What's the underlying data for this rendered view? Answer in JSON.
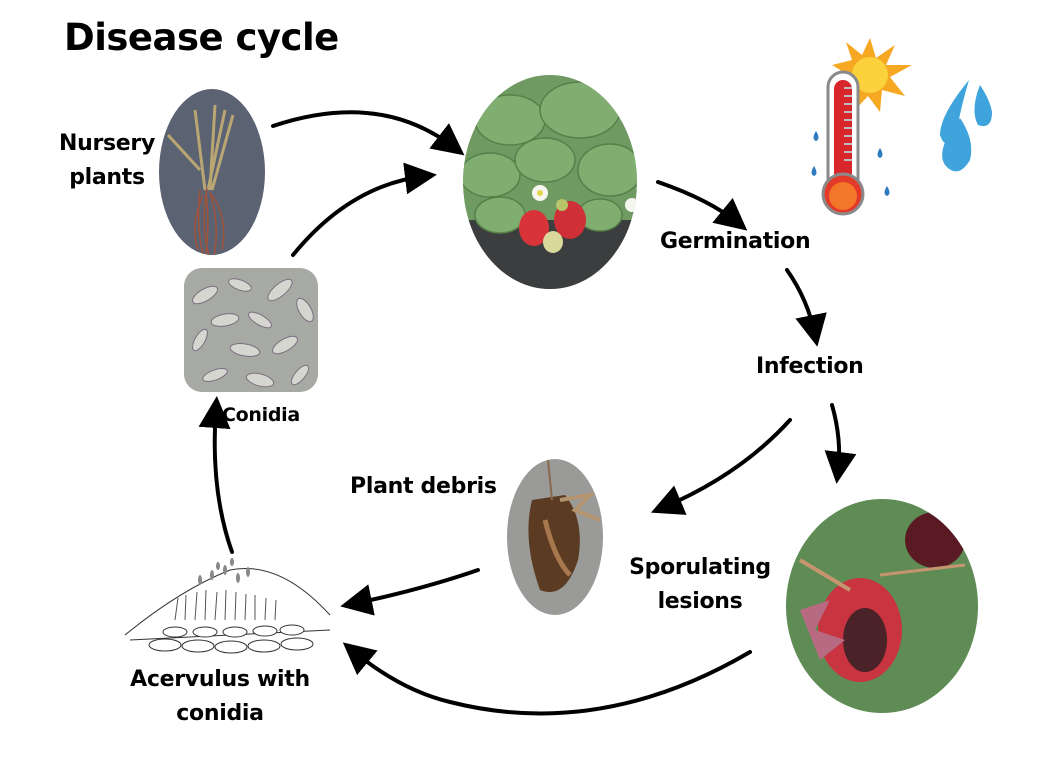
{
  "title": "Disease cycle",
  "labels": {
    "nursery_plants": [
      "Nursery",
      "plants"
    ],
    "conidia": "Conidia",
    "germination": "Germination",
    "infection": "Infection",
    "plant_debris": "Plant debris",
    "sporulating_lesions": [
      "Sporulating",
      "lesions"
    ],
    "acervulus": [
      "Acervulus with",
      "conidia"
    ]
  },
  "images": {
    "nursery_plants": "nursery-plant-root-photo",
    "strawberry_plant": "healthy-strawberry-plant-photo",
    "conidia": "conidia-micrograph",
    "plant_debris": "infected-plant-debris-photo",
    "infected_fruit": "infected-strawberry-fruit-photo",
    "acervulus": "acervulus-illustration",
    "conditions": [
      "thermometer-sun-icon",
      "water-drops-icon"
    ]
  },
  "colors": {
    "arrow": "#000000",
    "drop_blue": "#3fa3dc",
    "thermo_red": "#d9262b",
    "sun_orange": "#f7a823"
  }
}
